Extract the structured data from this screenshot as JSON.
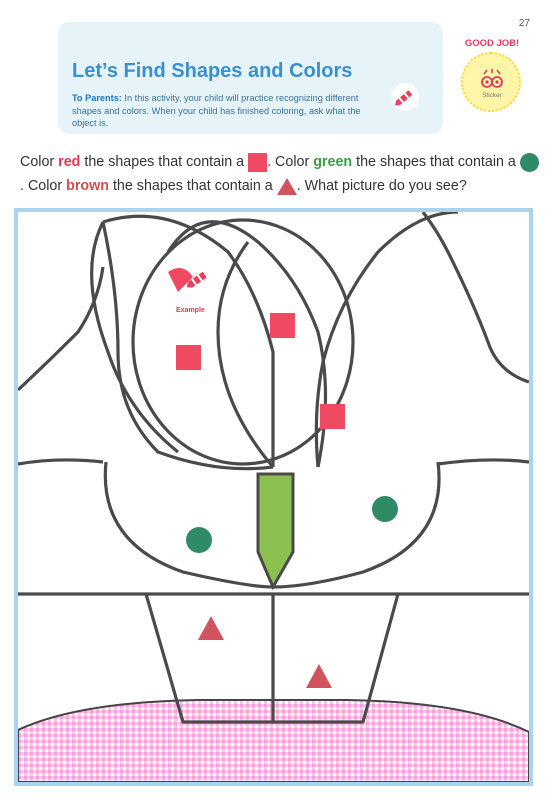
{
  "page_number": "27",
  "header": {
    "title": "Let’s Find Shapes and Colors",
    "parents_label": "To Parents:",
    "parents_text": "In this activity, your child will practice recognizing different shapes and colors. When your child has finished coloring, ask what the object is."
  },
  "sticker": {
    "title": "GOOD JOB!",
    "label": "Sticker"
  },
  "instructions": {
    "part1_a": "Color ",
    "red": "red",
    "part1_b": " the shapes that contain a ",
    "part2_a": ". Color ",
    "green": "green",
    "part2_b": " the shapes that contain a ",
    "part3_a": ". Color ",
    "brown": "brown",
    "part3_b": " the shapes that contain a ",
    "part4": ". What picture do you see?"
  },
  "picture": {
    "example_label": "Example"
  },
  "colors": {
    "red": "#f04a63",
    "green": "#2e8b66",
    "brown": "#d2535e",
    "stem": "#8cc152",
    "frame": "#a9d4ef",
    "title": "#3a8fd0"
  }
}
